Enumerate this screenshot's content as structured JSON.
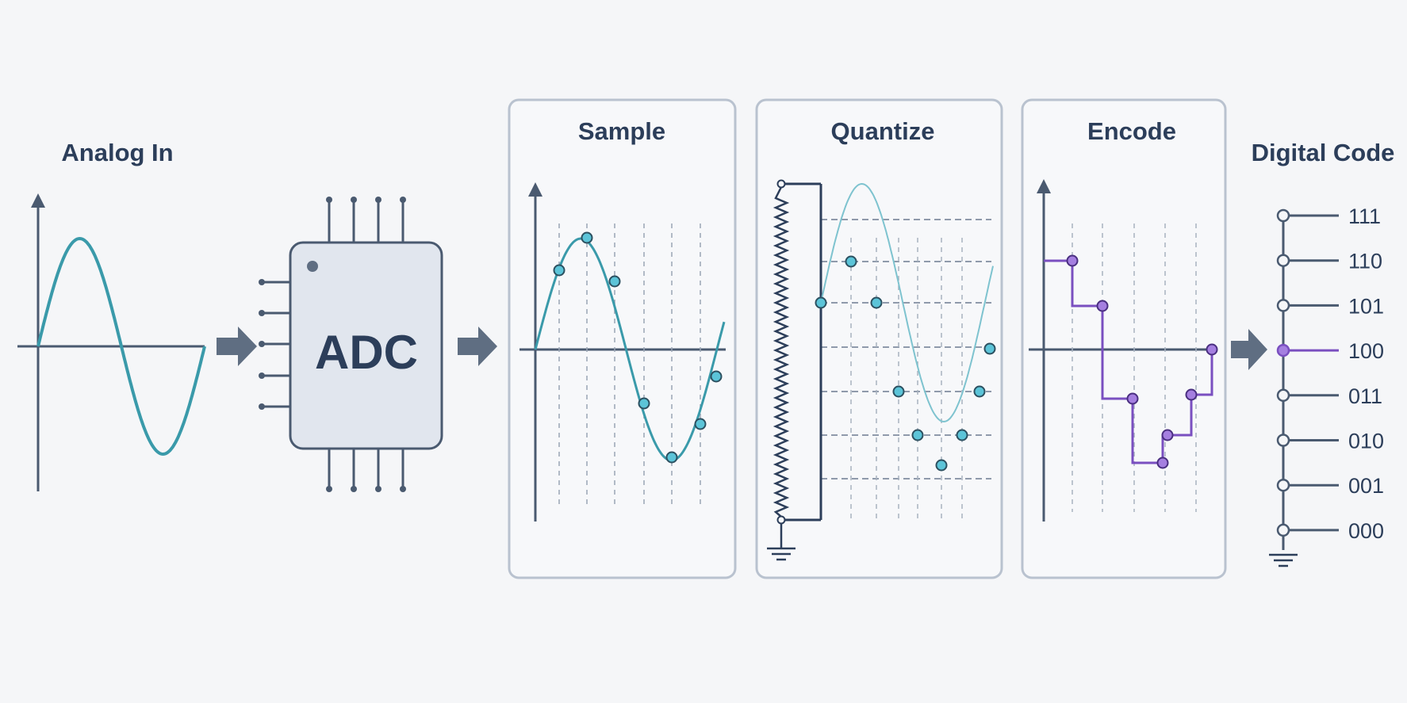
{
  "labels": {
    "analog_in": "Analog In",
    "adc": "ADC",
    "sample": "Sample",
    "quantize": "Quantize",
    "encode": "Encode",
    "digital_code": "Digital Code"
  },
  "digital_codes": [
    "111",
    "110",
    "101",
    "100",
    "011",
    "010",
    "001",
    "000"
  ],
  "highlighted_code": "100",
  "colors": {
    "background": "#f5f6f8",
    "text": "#2c3e5a",
    "axis": "#4a5a70",
    "signal": "#3a9aaa",
    "sample_point": "#5cc4d8",
    "encoded": "#7a4fc0",
    "encoded_point": "#a57fe0",
    "panel_border": "#b9c2cf",
    "chip_fill": "#e1e6ee",
    "arrow": "#5f6e82"
  }
}
